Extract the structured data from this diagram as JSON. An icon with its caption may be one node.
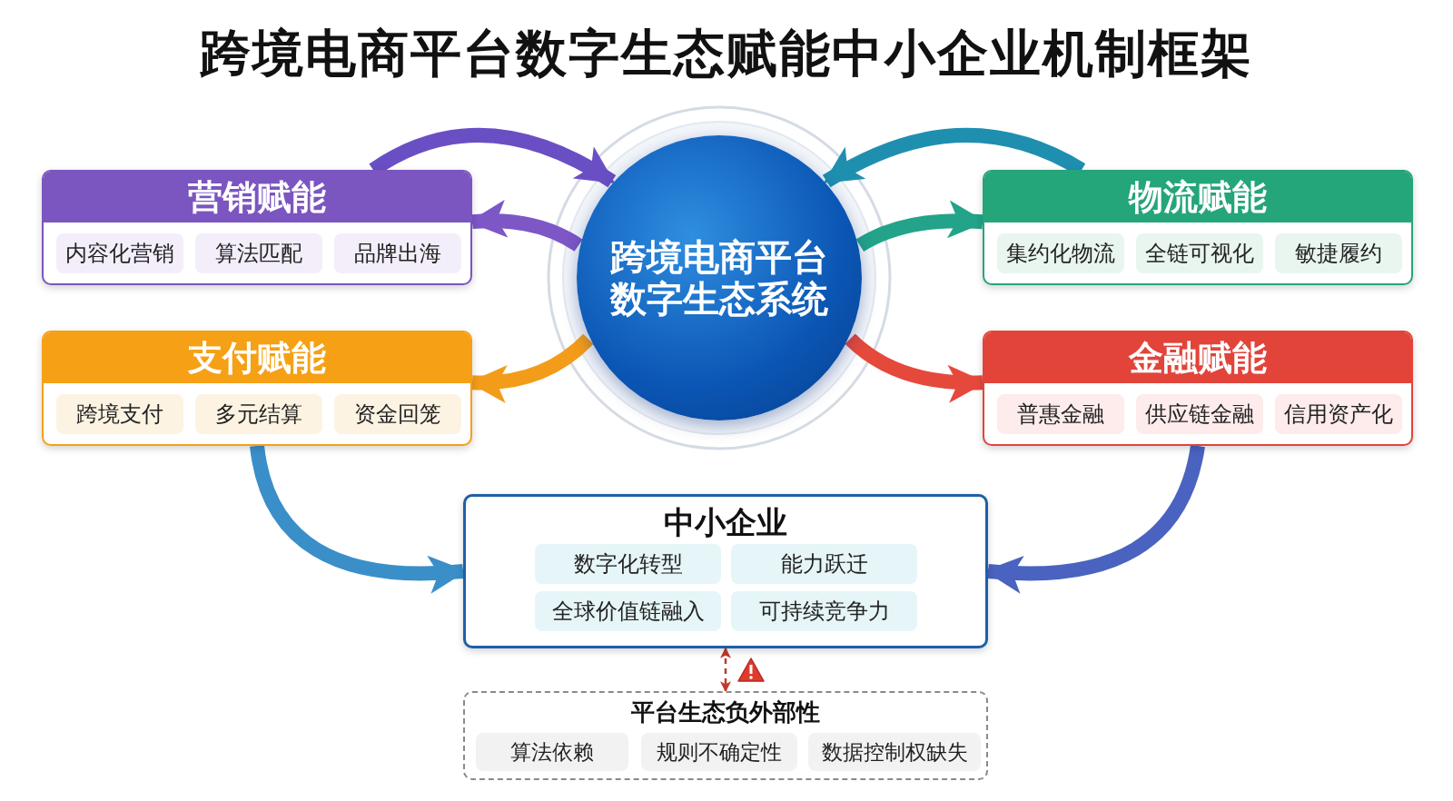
{
  "diagram": {
    "title": "跨境电商平台数字生态赋能中小企业机制框架",
    "nodes": [
      {
        "text": [
          "营销赋能"
        ]
      },
      {
        "text": [
          "内容化营销"
        ],
        "in": 0
      },
      {
        "text": [
          "算法匹配"
        ],
        "in": 0
      },
      {
        "text": [
          "品牌出海"
        ],
        "in": 0
      },
      {
        "text": [
          "跨境电商平台数字生态系统"
        ]
      },
      {
        "text": [
          "物流赋能"
        ]
      },
      {
        "text": [
          "集约化物流"
        ],
        "in": 5
      },
      {
        "text": [
          "全链可视化"
        ],
        "in": 5
      },
      {
        "text": [
          "敏捷履约"
        ],
        "in": 5
      },
      {
        "text": [
          "支付赋能"
        ]
      },
      {
        "text": [
          "跨境支付"
        ],
        "in": 9
      },
      {
        "text": [
          "多元结算"
        ],
        "in": 9
      },
      {
        "text": [
          "资金回笼"
        ],
        "in": 9
      },
      {
        "text": [
          "金融赋能"
        ]
      },
      {
        "text": [
          "普惠金融"
        ],
        "in": 13
      },
      {
        "text": [
          "供应链金融"
        ],
        "in": 13
      },
      {
        "text": [
          "信用资产化"
        ],
        "in": 13
      },
      {
        "text": [
          "中小企业"
        ]
      },
      {
        "text": [
          "数字化转型"
        ],
        "in": 17
      },
      {
        "text": [
          "能力跃迁"
        ],
        "in": 17
      },
      {
        "text": [
          "全球价值链融入"
        ],
        "in": 17
      },
      {
        "text": [
          "可持续竞争力"
        ],
        "in": 17
      },
      {
        "text": [
          "平台生态负外部性"
        ]
      },
      {
        "text": [
          "算法依赖"
        ],
        "in": 22
      },
      {
        "text": [
          "规则不确定性"
        ],
        "in": 22
      },
      {
        "text": [
          "数据控制权缺失"
        ],
        "in": 22
      }
    ],
    "edges": [
      {
        "from": 0,
        "to": 4,
        "arrow": "to",
        "color": "#6a4fc4"
      },
      {
        "from": 4,
        "to": 0,
        "arrow": "to",
        "color": "#7d57c6"
      },
      {
        "from": 5,
        "to": 4,
        "arrow": "to",
        "color": "#1f8fb0"
      },
      {
        "from": 4,
        "to": 5,
        "arrow": "to",
        "color": "#22a38a"
      },
      {
        "from": 4,
        "to": 9,
        "arrow": "to",
        "color": "#f39c1a"
      },
      {
        "from": 4,
        "to": 13,
        "arrow": "to",
        "color": "#e5493c"
      },
      {
        "from": 9,
        "to": 17,
        "arrow": "to",
        "color": "#3a8fc9"
      },
      {
        "from": 13,
        "to": 17,
        "arrow": "to",
        "color": "#4a63c0"
      },
      {
        "from": 17,
        "to": 22,
        "arrow": "both",
        "style": "dashed",
        "color": "#c0392b"
      }
    ]
  }
}
